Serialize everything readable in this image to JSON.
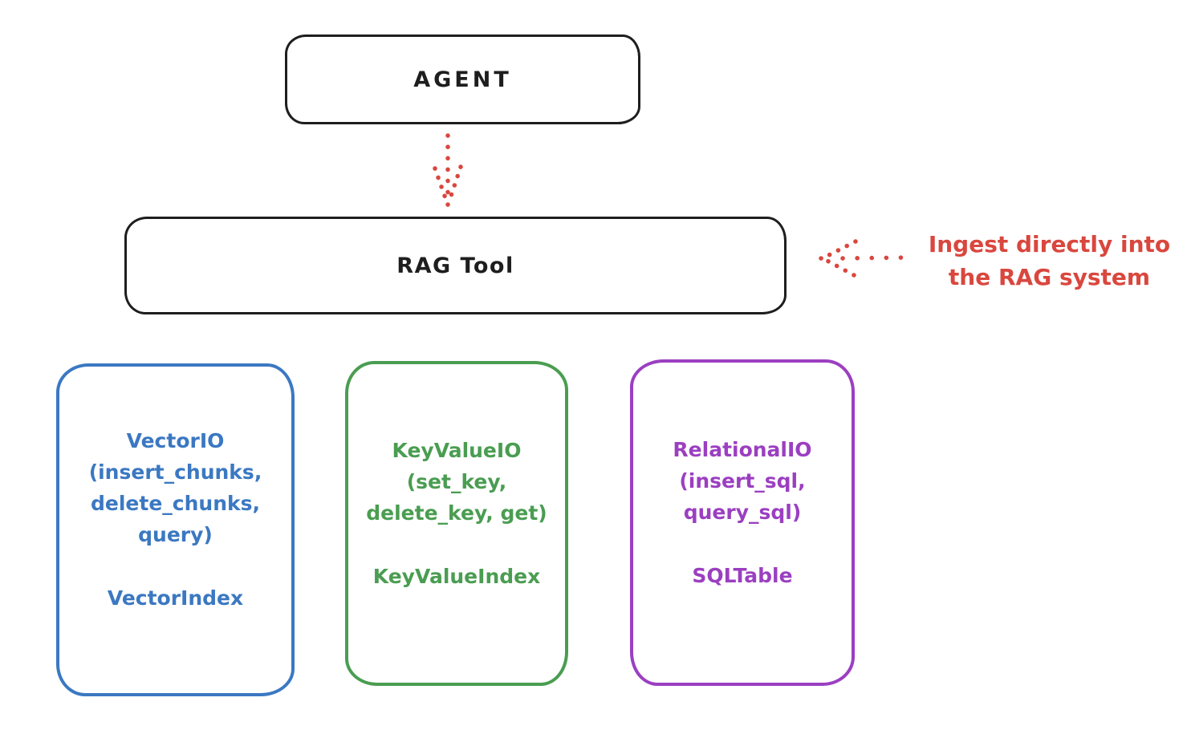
{
  "diagram": {
    "background": "#ffffff",
    "stroke_black": "#1e1e1e",
    "arrow_color": "#d9473e",
    "agent": {
      "label": "AGENT"
    },
    "rag_tool": {
      "label": "RAG Tool"
    },
    "ingest_note": {
      "line1": "Ingest directly into",
      "line2": "the RAG system",
      "color": "#d9473e"
    },
    "backends": [
      {
        "id": "vector-io",
        "color": "#3b78c2",
        "title": "VectorIO",
        "params": [
          "(insert_chunks,",
          "delete_chunks,",
          "query)"
        ],
        "index": "VectorIndex"
      },
      {
        "id": "keyvalue-io",
        "color": "#4a9d51",
        "title": "KeyValueIO",
        "params": [
          "(set_key,",
          "delete_key, get)"
        ],
        "index": "KeyValueIndex"
      },
      {
        "id": "relational-io",
        "color": "#9b3fc1",
        "title": "RelationalIO",
        "params": [
          "(insert_sql,",
          "query_sql)"
        ],
        "index": "SQLTable"
      }
    ]
  }
}
